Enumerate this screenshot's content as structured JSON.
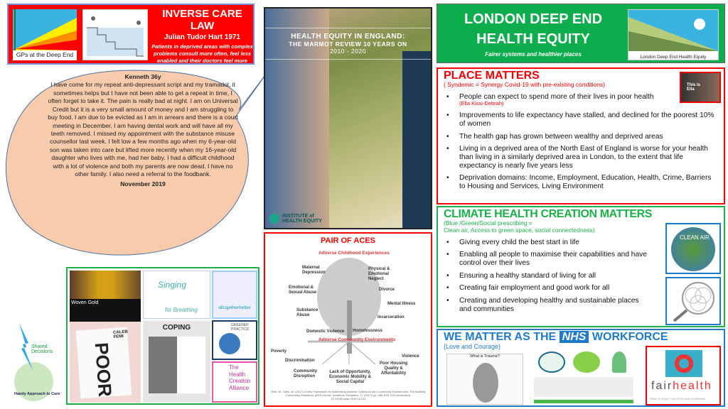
{
  "inverse_care": {
    "logo_caption": "GPs at the Deep End",
    "title": "INVERSE CARE LAW",
    "author": "Julian Tudor Hart 1971",
    "description": "Patients in deprived areas with complex problems consult more often, feel less enabled and their doctors feel more stressed, after consultations"
  },
  "bubble": {
    "name": "Kenneth 36y",
    "text": "I have come for my repeat anti-depressant script and my tramadol, it sometimes helps but I have not been able to get a repeat in time, I often forget to take it. The pain is really bad at night. I am on Universal Credit but it is a very small amount of money and I am struggling to buy food. I am due to be evicted as I am in arrears and there is a court meeting in December. I am having dental work and will have all my teeth removed. I missed my appointment with the substance misuse counsellor last week. I felt low a few months ago when my 6-year-old son was taken into care but lifted more recently when my 16-year-old daughter who lives with me, had her baby. I had a difficult childhood with a lot of violence and both my parents are now dead. I have no other family. I also need a referral to the foodbank.",
    "date": "November 2019"
  },
  "marmot": {
    "title": "HEALTH EQUITY IN ENGLAND:",
    "subtitle": "THE MARMOT REVIEW 10 YEARS ON",
    "years": "2010 - 2020",
    "publisher": "INSTITUTE of HEALTH EQUITY"
  },
  "aces": {
    "title": "PAIR OF ACES",
    "top_heading": "Adverse Childhood Experiences",
    "bottom_heading": "Adverse Community Environments",
    "childhood": [
      "Maternal Depression",
      "Physical & Emotional Neglect",
      "Emotional & Sexual Abuse",
      "Divorce",
      "Mental Illness",
      "Substance Abuse",
      "Incarceration",
      "Domestic Violence",
      "Homelessness"
    ],
    "community": [
      "Poverty",
      "Violence",
      "Discrimination",
      "Poor Housing Quality & Affordability",
      "Community Disruption",
      "Lack of Opportunity, Economic Mobility & Social Capital"
    ],
    "citation": "Ellis, W., Dietz, W. (2017) A New Framework for Addressing Adverse Childhood and Community Experiences: The Building Community Resilience (BCR) Model. Academic Pediatrics. 17 (2017) pp. S86-S93. DOI information: 10.1016/j.acap.2016.12.011"
  },
  "shared": {
    "label": "Shared Decisions",
    "caption": "Handy Approach to Care"
  },
  "gallery": {
    "woven": "Woven Gold",
    "singing": "Singing",
    "breathing": "for Breathing",
    "altogether": "altogetherbetter",
    "book_author": "CALEB FEMI",
    "book_title": "POOR",
    "coping": "COPING",
    "greener": "GREENER PRACTICE",
    "hca": "The Health Creation Alliance"
  },
  "ldeh": {
    "title1": "LONDON DEEP END",
    "title2": "HEALTH EQUITY",
    "tagline": "Fairer systems and healthier places",
    "logo_caption": "London Deep End Health Equity"
  },
  "place": {
    "title": "PLACE MATTERS",
    "subtitle": "( Syndemic = Synergy Covid-19 with pre-existing conditions)",
    "image_caption": "This is Ella",
    "bullets": [
      "People can expect to spend more of their lives in poor health",
      "Improvements to life expectancy have stalled, and declined for the poorest 10% of women",
      "The health gap has grown between wealthy and deprived areas",
      "Living in a deprived area of the North East of England  is worse for your health than living in a similarly deprived area in London, to the extent that life expectancy is nearly five years less",
      "Deprivation domains: Income, Employment, Education, Health, Crime, Barriers to Housing and Services, Living Environment"
    ],
    "note": "(Ella Kissi-Debrah)"
  },
  "climate": {
    "title": "CLIMATE HEALTH CREATION MATTERS",
    "subtitle1": "(Blue /Green/Social prescribing =",
    "subtitle2": "Clean air, Access to green space, social connectedness)",
    "image_label": "CLEAN AIR",
    "bullets": [
      "Giving every child the best start in life",
      "Enabling all people to maximise their capabilities and have control over their lives",
      "Ensuring a healthy standard of living for all",
      "Creating fair employment and good work for all",
      "Creating and developing healthy and sustainable places and communities"
    ]
  },
  "nhs": {
    "title_pre": "WE MATTER AS THE",
    "logo": "NHS",
    "title_post": "WORKFORCE",
    "subtitle": "(Love and Courage)",
    "trauma_title": "What is Trauma?",
    "fair": "fair",
    "health": "health",
    "fair_tagline": "HEALTH EQUITY ACTION AND LEARNING"
  },
  "colors": {
    "red": "#ff0000",
    "green": "#0cad4c",
    "blue": "#1f7ac8",
    "peach": "#f8cbad"
  }
}
